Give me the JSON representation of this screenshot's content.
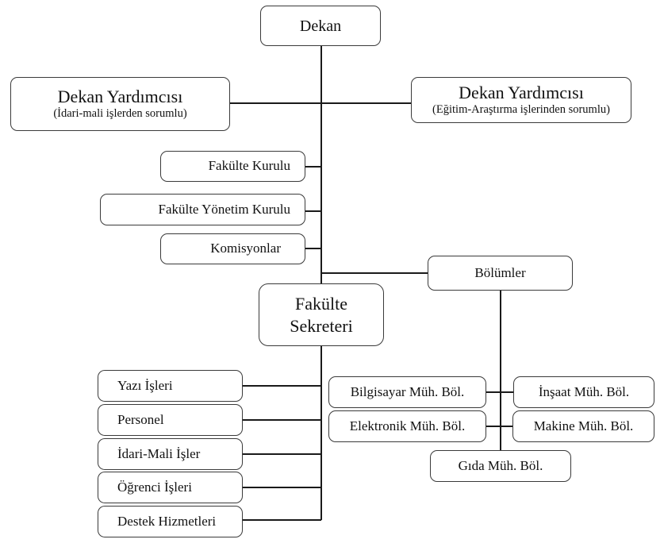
{
  "chart_title": "",
  "nodes": {
    "dekan": {
      "label": "Dekan"
    },
    "dekan_yardimcisi_idari": {
      "label": "Dekan Yardımcısı",
      "sub": "(İdari-mali işlerden sorumlu)"
    },
    "dekan_yardimcisi_egitim": {
      "label": "Dekan Yardımcısı",
      "sub": "(Eğitim-Araştırma işlerinden sorumlu)"
    },
    "fakulte_kurulu": {
      "label": "Fakülte Kurulu"
    },
    "fakulte_yonetim_kurulu": {
      "label": "Fakülte Yönetim Kurulu"
    },
    "komisyonlar": {
      "label": "Komisyonlar"
    },
    "bolumler": {
      "label": "Bölümler"
    },
    "fakulte_sekreteri": {
      "label": "Fakülte",
      "label2": "Sekreteri"
    },
    "yazi_isleri": {
      "label": "Yazı İşleri"
    },
    "personel": {
      "label": "Personel"
    },
    "idari_mali_isler": {
      "label": "İdari-Mali İşler"
    },
    "ogrenci_isleri": {
      "label": "Öğrenci İşleri"
    },
    "destek_hizmetleri": {
      "label": "Destek Hizmetleri"
    },
    "bilgisayar": {
      "label": "Bilgisayar Müh. Böl."
    },
    "insaat": {
      "label": "İnşaat Müh. Böl."
    },
    "elektronik": {
      "label": "Elektronik Müh. Böl."
    },
    "makine": {
      "label": "Makine Müh. Böl."
    },
    "gida": {
      "label": "Gıda Müh. Böl."
    }
  },
  "edges": [
    [
      "dekan",
      "dekan_yardimcisi_idari"
    ],
    [
      "dekan",
      "dekan_yardimcisi_egitim"
    ],
    [
      "dekan",
      "fakulte_kurulu"
    ],
    [
      "dekan",
      "fakulte_yonetim_kurulu"
    ],
    [
      "dekan",
      "komisyonlar"
    ],
    [
      "dekan",
      "bolumler"
    ],
    [
      "dekan",
      "fakulte_sekreteri"
    ],
    [
      "fakulte_sekreteri",
      "yazi_isleri"
    ],
    [
      "fakulte_sekreteri",
      "personel"
    ],
    [
      "fakulte_sekreteri",
      "idari_mali_isler"
    ],
    [
      "fakulte_sekreteri",
      "ogrenci_isleri"
    ],
    [
      "fakulte_sekreteri",
      "destek_hizmetleri"
    ],
    [
      "bolumler",
      "bilgisayar"
    ],
    [
      "bolumler",
      "insaat"
    ],
    [
      "bolumler",
      "elektronik"
    ],
    [
      "bolumler",
      "makine"
    ],
    [
      "bolumler",
      "gida"
    ]
  ]
}
